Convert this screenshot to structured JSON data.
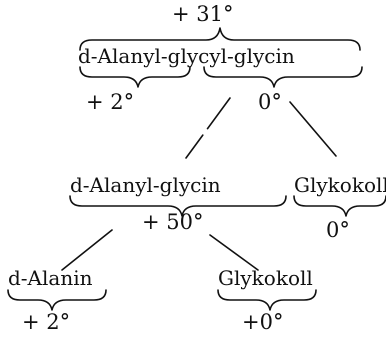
{
  "diagram": {
    "root": {
      "name": "d-Alanyl-glycyl-glycin",
      "rotation": "+ 31°",
      "left_part_rotation": "+ 2°",
      "right_part_rotation": "0°"
    },
    "middle_left": {
      "name": "d-Alanyl-glycin",
      "rotation": "+ 50°"
    },
    "middle_right": {
      "name": "Glykokoll",
      "rotation": "0°"
    },
    "bottom_left": {
      "name": "d-Alanin",
      "rotation": "+ 2°"
    },
    "bottom_right": {
      "name": "Glykokoll",
      "rotation": "+0°"
    },
    "colors": {
      "ink": "#111111",
      "paper": "#ffffff"
    }
  }
}
